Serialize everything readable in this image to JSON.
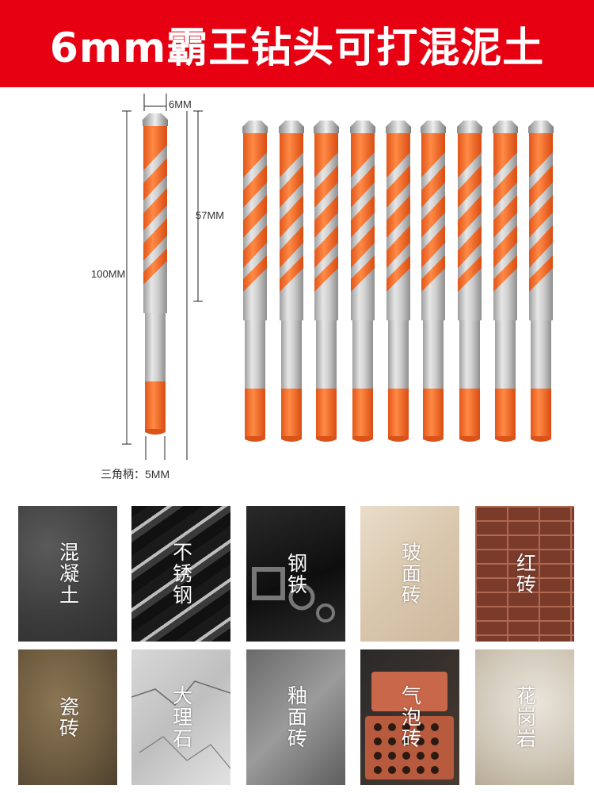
{
  "banner": {
    "title": "6mm霸王钻头可打混泥土"
  },
  "dimensions": {
    "tip_width": "6MM",
    "flute_length": "57MM",
    "total_length": "100MM",
    "shank_label": "三角柄：5MM"
  },
  "drill_bit": {
    "count": 9,
    "accent_color": "#f96b2b",
    "shaft_color": "#c9c9c9"
  },
  "materials": [
    {
      "label": "混凝土"
    },
    {
      "label": "不锈钢"
    },
    {
      "label": "钢铁"
    },
    {
      "label": "玻面砖"
    },
    {
      "label": "红砖"
    },
    {
      "label": "瓷砖"
    },
    {
      "label": "大理石"
    },
    {
      "label": "釉面砖"
    },
    {
      "label": "气泡砖"
    },
    {
      "label": "花岗岩"
    }
  ]
}
